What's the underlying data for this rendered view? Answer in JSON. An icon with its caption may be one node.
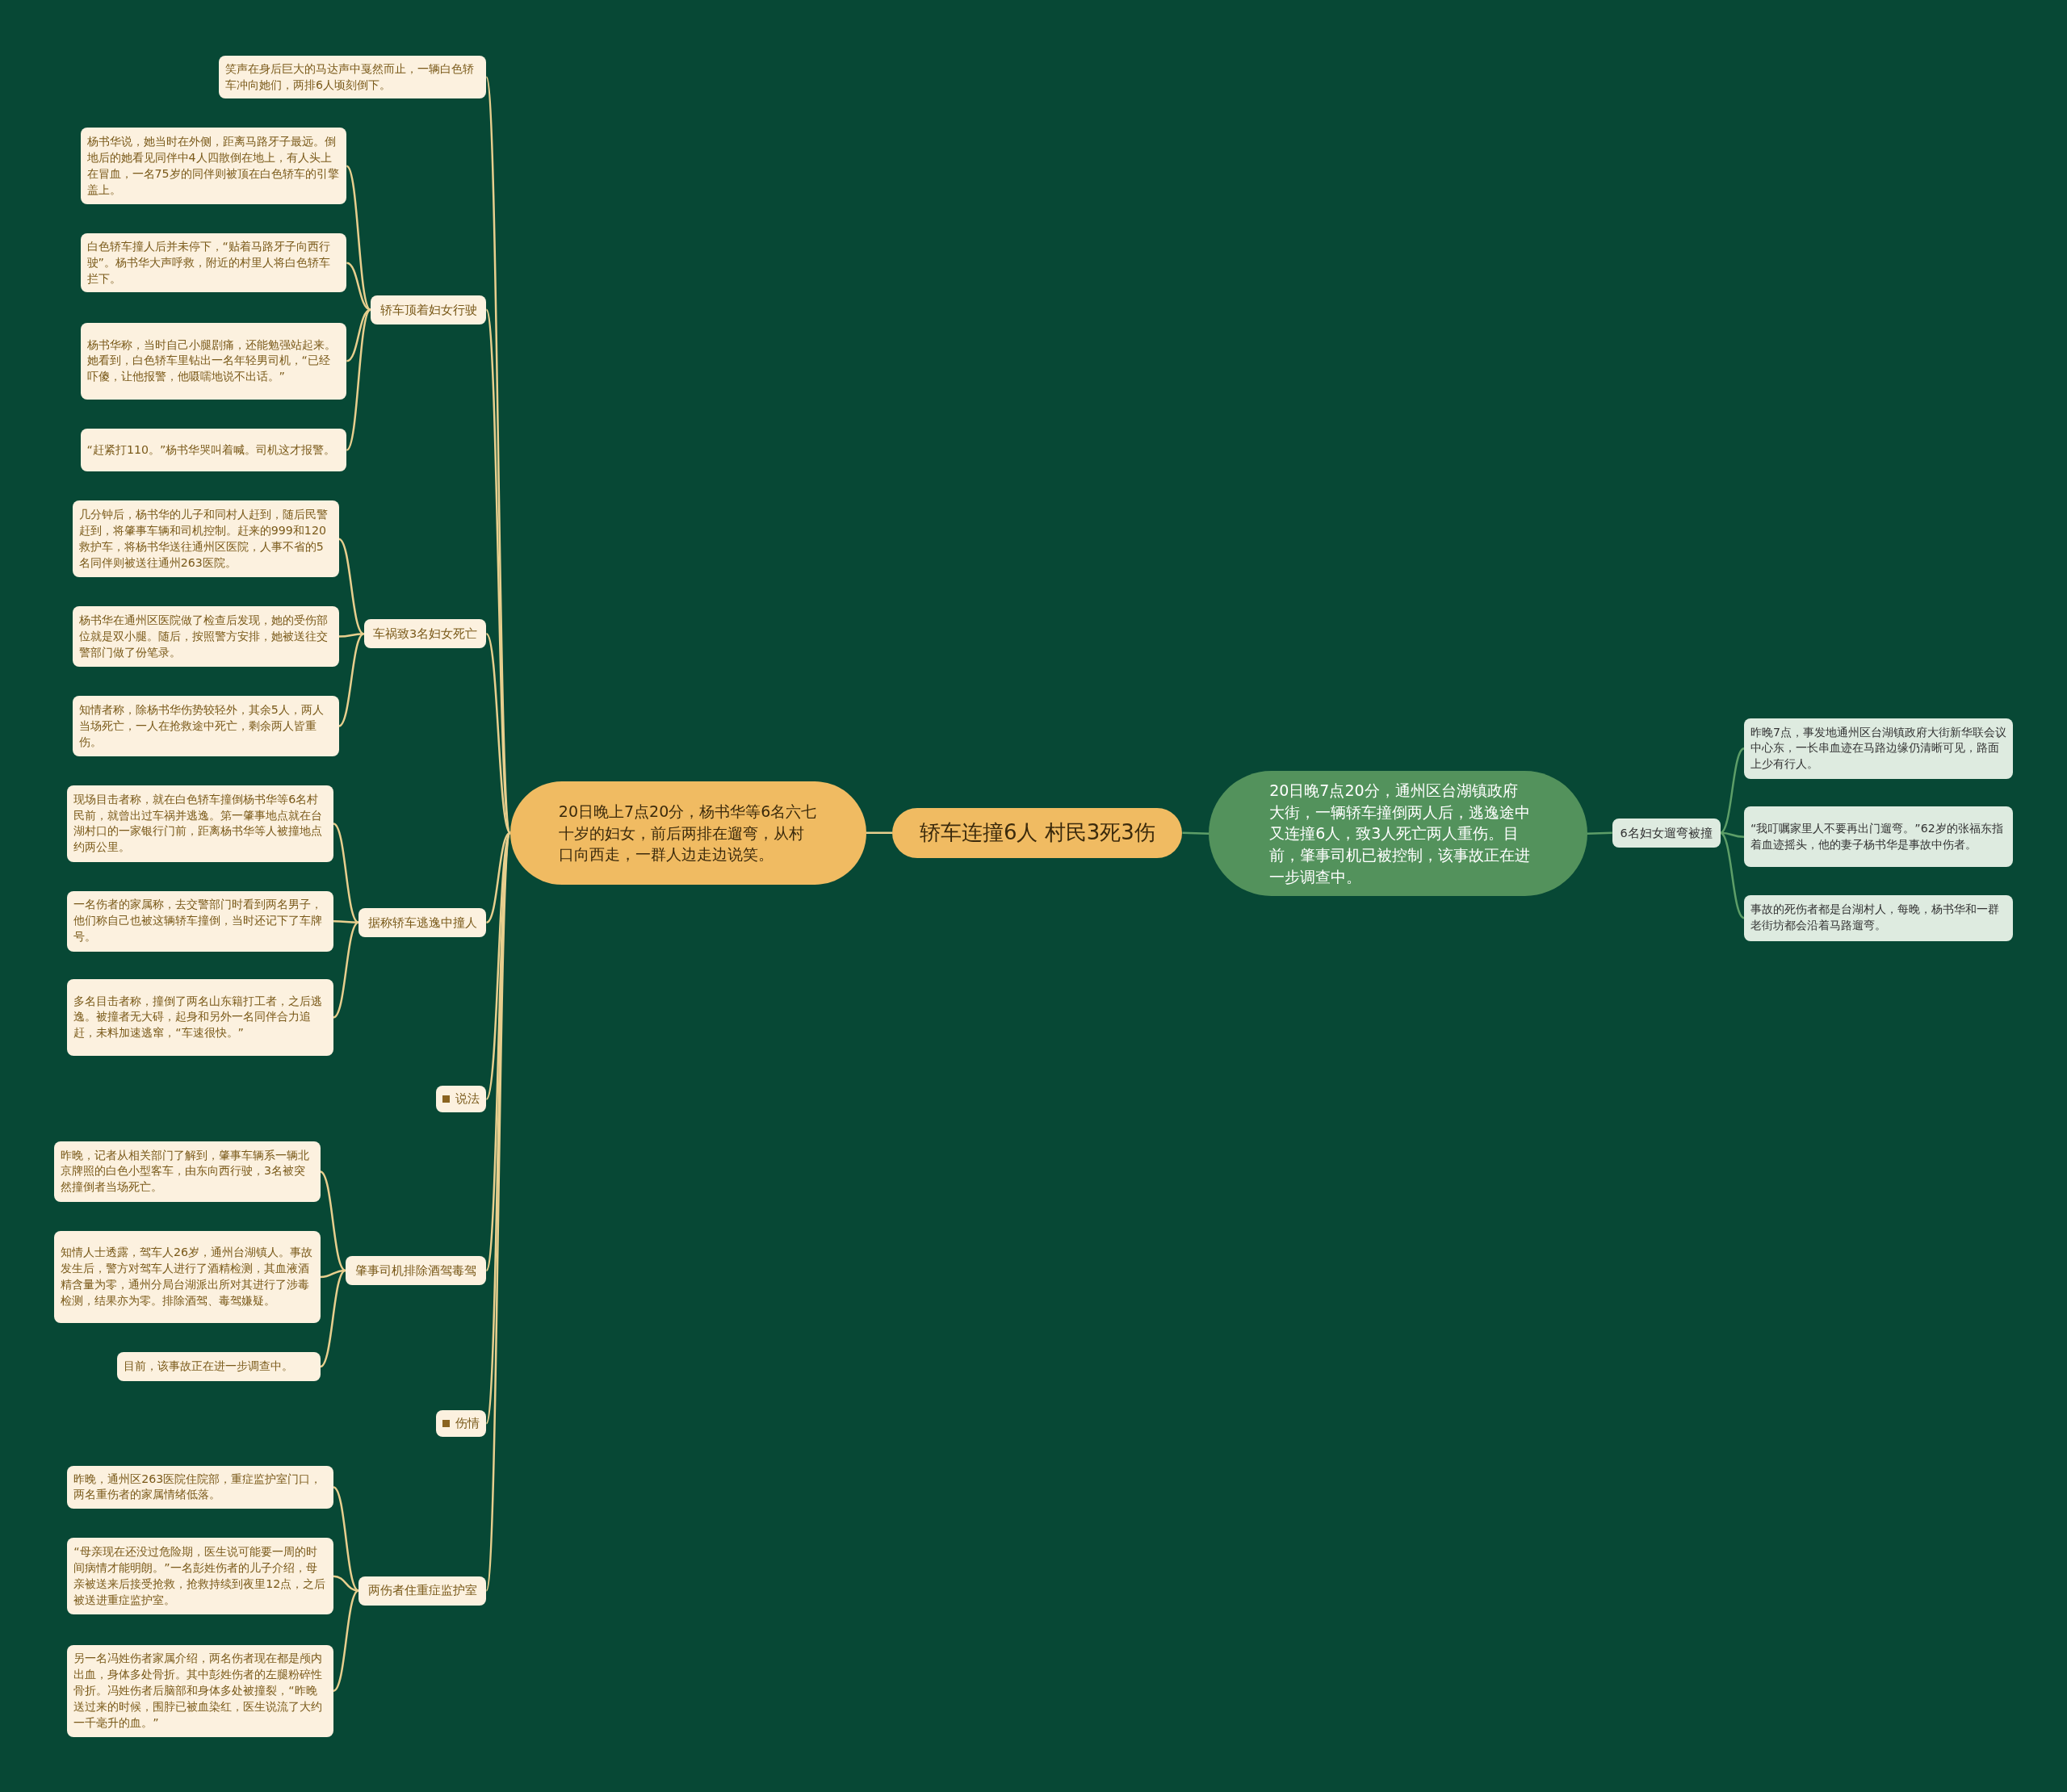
{
  "diagram": {
    "nodes": [
      {
        "text": [
          "轿车连撞6人 村民3死3伤"
        ]
      },
      {
        "text": [
          "20日晚上7点20分，杨书华等6名六七十岁的妇女，前后两排在遛弯，从村口向西走，一群人边走边说笑。"
        ]
      },
      {
        "text": [
          "笑声在身后巨大的马达声中戛然而止，一辆白色轿车冲向她们，两排6人顷刻倒下。"
        ]
      },
      {
        "text": [
          "轿车顶着妇女行驶"
        ]
      },
      {
        "text": [
          "杨书华说，她当时在外侧，距离马路牙子最远。倒地后的她看见同伴中4人四散倒在地上，有人头上在冒血，一名75岁的同伴则被顶在白色轿车的引擎盖上。"
        ]
      },
      {
        "text": [
          "白色轿车撞人后并未停下，“贴着马路牙子向西行驶”。杨书华大声呼救，附近的村里人将白色轿车拦下。"
        ]
      },
      {
        "text": [
          "杨书华称，当时自己小腿剧痛，还能勉强站起来。她看到，白色轿车里钻出一名年轻男司机，“已经吓傻，让他报警，他嗫嚅地说不出话。”"
        ]
      },
      {
        "text": [
          "“赶紧打110。”杨书华哭叫着喊。司机这才报警。"
        ]
      },
      {
        "text": [
          "车祸致3名妇女死亡"
        ]
      },
      {
        "text": [
          "几分钟后，杨书华的儿子和同村人赶到，随后民警赶到，将肇事车辆和司机控制。赶来的999和120救护车，将杨书华送往通州区医院，人事不省的5名同伴则被送往通州263医院。"
        ]
      },
      {
        "text": [
          "杨书华在通州区医院做了检查后发现，她的受伤部位就是双小腿。随后，按照警方安排，她被送往交警部门做了份笔录。"
        ]
      },
      {
        "text": [
          "知情者称，除杨书华伤势较轻外，其余5人，两人当场死亡，一人在抢救途中死亡，剩余两人皆重伤。"
        ]
      },
      {
        "text": [
          "据称轿车逃逸中撞人"
        ]
      },
      {
        "text": [
          "现场目击者称，就在白色轿车撞倒杨书华等6名村民前，就曾出过车祸并逃逸。第一肇事地点就在台湖村口的一家银行门前，距离杨书华等人被撞地点约两公里。"
        ]
      },
      {
        "text": [
          "一名伤者的家属称，去交警部门时看到两名男子，他们称自己也被这辆轿车撞倒，当时还记下了车牌号。"
        ]
      },
      {
        "text": [
          "多名目击者称，撞倒了两名山东籍打工者，之后逃逸。被撞者无大碍，起身和另外一名同伴合力追赶，未料加速逃窜，“车速很快。”"
        ]
      },
      {
        "text": [
          "说法"
        ]
      },
      {
        "text": [
          "肇事司机排除酒驾毒驾"
        ]
      },
      {
        "text": [
          "昨晚，记者从相关部门了解到，肇事车辆系一辆北京牌照的白色小型客车，由东向西行驶，3名被突然撞倒者当场死亡。"
        ]
      },
      {
        "text": [
          "知情人士透露，驾车人26岁，通州台湖镇人。事故发生后，警方对驾车人进行了酒精检测，其血液酒精含量为零，通州分局台湖派出所对其进行了涉毒检测，结果亦为零。排除酒驾、毒驾嫌疑。"
        ]
      },
      {
        "text": [
          "目前，该事故正在进一步调查中。"
        ]
      },
      {
        "text": [
          "伤情"
        ]
      },
      {
        "text": [
          "两伤者住重症监护室"
        ]
      },
      {
        "text": [
          "昨晚，通州区263医院住院部，重症监护室门口，两名重伤者的家属情绪低落。"
        ]
      },
      {
        "text": [
          "“母亲现在还没过危险期，医生说可能要一周的时间病情才能明朗。”一名彭姓伤者的儿子介绍，母亲被送来后接受抢救，抢救持续到夜里12点，之后被送进重症监护室。"
        ]
      },
      {
        "text": [
          "另一名冯姓伤者家属介绍，两名伤者现在都是颅内出血，身体多处骨折。其中彭姓伤者的左腿粉碎性骨折。冯姓伤者后脑部和身体多处被撞裂，“昨晚送过来的时候，围脖已被血染红，医生说流了大约一千毫升的血。”"
        ]
      },
      {
        "text": [
          "20日晚7点20分，通州区台湖镇政府大街，一辆轿车撞倒两人后，逃逸途中又连撞6人，致3人死亡两人重伤。目前，肇事司机已被控制，该事故正在进一步调查中。"
        ]
      },
      {
        "text": [
          "6名妇女遛弯被撞"
        ]
      },
      {
        "text": [
          "昨晚7点，事发地通州区台湖镇政府大街新华联会议中心东，一长串血迹在马路边缘仍清晰可见，路面上少有行人。"
        ]
      },
      {
        "text": [
          "“我叮嘱家里人不要再出门遛弯。”62岁的张福东指着血迹摇头，他的妻子杨书华是事故中伤者。"
        ]
      },
      {
        "text": [
          "事故的死伤者都是台湖村人，每晚，杨书华和一群老街坊都会沿着马路遛弯。"
        ]
      }
    ],
    "edges": [
      {
        "from": 0,
        "to": 1,
        "arrow": "none"
      },
      {
        "from": 1,
        "to": 2,
        "arrow": "none"
      },
      {
        "from": 1,
        "to": 3,
        "arrow": "none"
      },
      {
        "from": 3,
        "to": 4,
        "arrow": "none"
      },
      {
        "from": 3,
        "to": 5,
        "arrow": "none"
      },
      {
        "from": 3,
        "to": 6,
        "arrow": "none"
      },
      {
        "from": 3,
        "to": 7,
        "arrow": "none"
      },
      {
        "from": 1,
        "to": 8,
        "arrow": "none"
      },
      {
        "from": 8,
        "to": 9,
        "arrow": "none"
      },
      {
        "from": 8,
        "to": 10,
        "arrow": "none"
      },
      {
        "from": 8,
        "to": 11,
        "arrow": "none"
      },
      {
        "from": 1,
        "to": 12,
        "arrow": "none"
      },
      {
        "from": 12,
        "to": 13,
        "arrow": "none"
      },
      {
        "from": 12,
        "to": 14,
        "arrow": "none"
      },
      {
        "from": 12,
        "to": 15,
        "arrow": "none"
      },
      {
        "from": 1,
        "to": 16,
        "arrow": "none"
      },
      {
        "from": 1,
        "to": 17,
        "arrow": "none"
      },
      {
        "from": 17,
        "to": 18,
        "arrow": "none"
      },
      {
        "from": 17,
        "to": 19,
        "arrow": "none"
      },
      {
        "from": 17,
        "to": 20,
        "arrow": "none"
      },
      {
        "from": 1,
        "to": 21,
        "arrow": "none"
      },
      {
        "from": 1,
        "to": 22,
        "arrow": "none"
      },
      {
        "from": 22,
        "to": 23,
        "arrow": "none"
      },
      {
        "from": 22,
        "to": 24,
        "arrow": "none"
      },
      {
        "from": 22,
        "to": 25,
        "arrow": "none"
      },
      {
        "from": 0,
        "to": 26,
        "arrow": "none",
        "color": "#5d9e68"
      },
      {
        "from": 26,
        "to": 27,
        "arrow": "none",
        "color": "#5d9e68"
      },
      {
        "from": 27,
        "to": 28,
        "arrow": "none",
        "color": "#5d9e68"
      },
      {
        "from": 27,
        "to": 29,
        "arrow": "none",
        "color": "#5d9e68"
      },
      {
        "from": 27,
        "to": 30,
        "arrow": "none",
        "color": "#5d9e68"
      }
    ]
  }
}
